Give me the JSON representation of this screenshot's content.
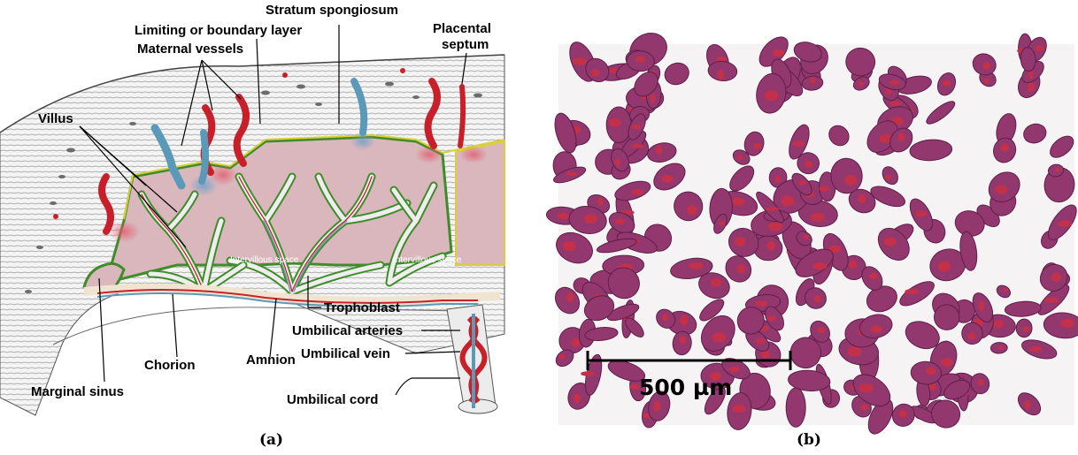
{
  "panel_a": {
    "caption": "(a)",
    "labels": {
      "stratum_spongiosum": "Stratum spongiosum",
      "limiting_layer": "Limiting or boundary layer",
      "maternal_vessels": "Maternal vessels",
      "placental_septum_line1": "Placental",
      "placental_septum_line2": "septum",
      "villus": "Villus",
      "intervillous_space_left": "Intervillous space",
      "intervillous_space_right": "Intervillous space",
      "trophoblast": "Trophoblast",
      "umbilical_arteries": "Umbilical arteries",
      "chorion": "Chorion",
      "amnion": "Amnion",
      "umbilical_vein": "Umbilical vein",
      "marginal_sinus": "Marginal sinus",
      "umbilical_cord": "Umbilical cord"
    },
    "colors": {
      "artery": "#c8202a",
      "vein": "#5a9ab8",
      "trophoblast_border": "#3f8c2a",
      "intervillous": "#d9b7bd",
      "boundary": "#d8cf3a"
    }
  },
  "panel_b": {
    "caption": "(b)",
    "scale_bar_label": "500 µm",
    "colors": {
      "tissue": "#93386e",
      "blood": "#c2304a",
      "background": "#f6f3f5"
    }
  }
}
